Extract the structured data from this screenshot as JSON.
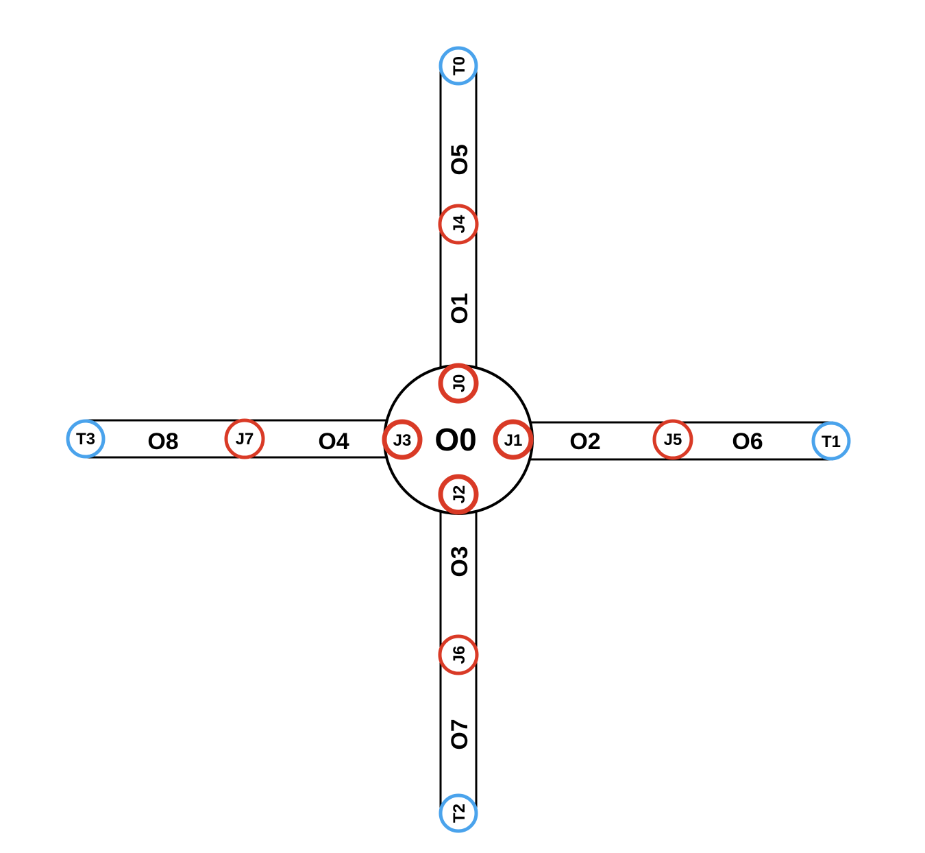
{
  "colors": {
    "joint_ring": "#d93a26",
    "terminal_ring": "#4aa3ec",
    "outline": "#000000"
  },
  "hub": {
    "label": "O0"
  },
  "segments": {
    "o1": "O1",
    "o2": "O2",
    "o3": "O3",
    "o4": "O4",
    "o5": "O5",
    "o6": "O6",
    "o7": "O7",
    "o8": "O8"
  },
  "joints": {
    "j0": "J0",
    "j1": "J1",
    "j2": "J2",
    "j3": "J3",
    "j4": "J4",
    "j5": "J5",
    "j6": "J6",
    "j7": "J7"
  },
  "terminals": {
    "t0": "T0",
    "t1": "T1",
    "t2": "T2",
    "t3": "T3"
  }
}
